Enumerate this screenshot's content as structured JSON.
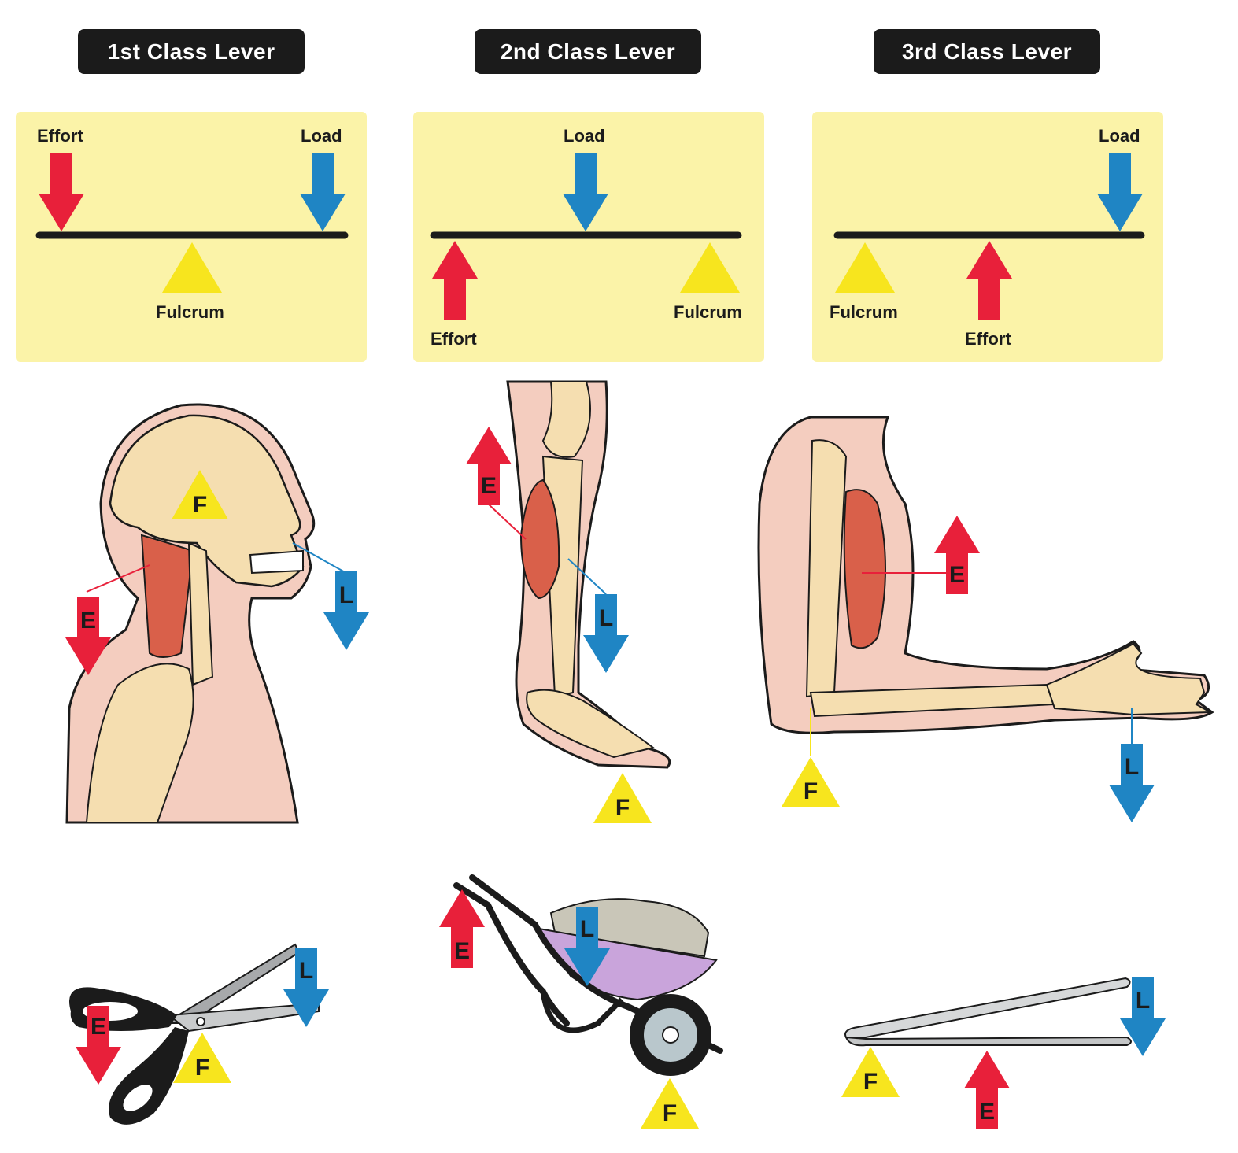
{
  "columns": [
    {
      "title": "1st Class Lever",
      "labels": {
        "effort": "Effort",
        "load": "Load",
        "fulcrum": "Fulcrum"
      }
    },
    {
      "title": "2nd Class Lever",
      "labels": {
        "effort": "Effort",
        "load": "Load",
        "fulcrum": "Fulcrum"
      }
    },
    {
      "title": "3rd Class Lever",
      "labels": {
        "effort": "Effort",
        "load": "Load",
        "fulcrum": "Fulcrum"
      }
    }
  ],
  "markers": {
    "effort": "E",
    "load": "L",
    "fulcrum": "F"
  },
  "colors": {
    "effort": "#e8203a",
    "load": "#1f85c4",
    "fulcrum": "#f7e51e",
    "panel": "#fbf3a8",
    "title_bg": "#1b1b1b",
    "skin": "#f4cdbf",
    "bone": "#f5deb0",
    "muscle": "#d9604a"
  },
  "icons": [
    "head-neck-icon",
    "leg-foot-icon",
    "arm-forearm-icon",
    "scissors-icon",
    "wheelbarrow-icon",
    "tweezers-icon"
  ]
}
